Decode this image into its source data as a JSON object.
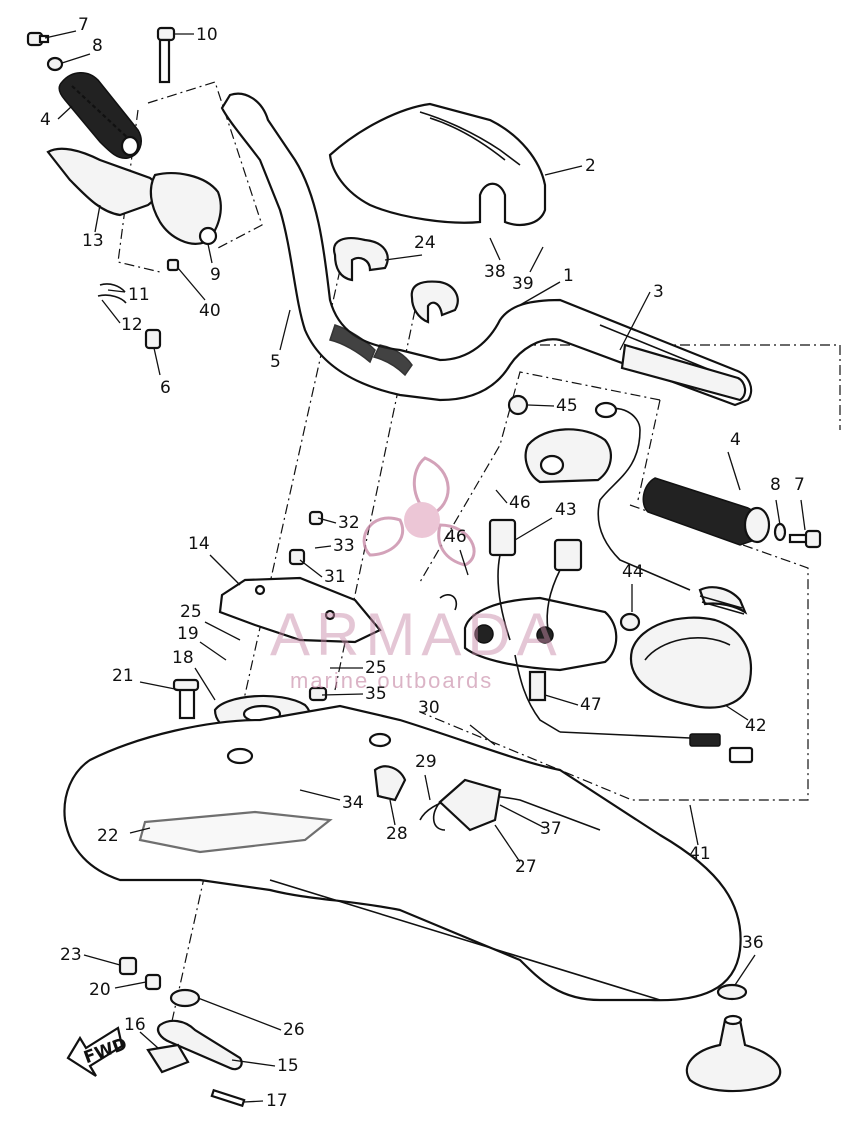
{
  "callouts": [
    {
      "id": "1"
    },
    {
      "id": "2"
    },
    {
      "id": "3"
    },
    {
      "id": "4"
    },
    {
      "id": "4"
    },
    {
      "id": "5"
    },
    {
      "id": "6"
    },
    {
      "id": "7"
    },
    {
      "id": "7"
    },
    {
      "id": "8"
    },
    {
      "id": "8"
    },
    {
      "id": "9"
    },
    {
      "id": "10"
    },
    {
      "id": "11"
    },
    {
      "id": "12"
    },
    {
      "id": "13"
    },
    {
      "id": "14"
    },
    {
      "id": "15"
    },
    {
      "id": "16"
    },
    {
      "id": "17"
    },
    {
      "id": "18"
    },
    {
      "id": "19"
    },
    {
      "id": "20"
    },
    {
      "id": "21"
    },
    {
      "id": "22"
    },
    {
      "id": "23"
    },
    {
      "id": "24"
    },
    {
      "id": "25"
    },
    {
      "id": "25"
    },
    {
      "id": "26"
    },
    {
      "id": "27"
    },
    {
      "id": "28"
    },
    {
      "id": "29"
    },
    {
      "id": "30"
    },
    {
      "id": "31"
    },
    {
      "id": "32"
    },
    {
      "id": "33"
    },
    {
      "id": "34"
    },
    {
      "id": "35"
    },
    {
      "id": "36"
    },
    {
      "id": "37"
    },
    {
      "id": "38"
    },
    {
      "id": "39"
    },
    {
      "id": "40"
    },
    {
      "id": "41"
    },
    {
      "id": "42"
    },
    {
      "id": "43"
    },
    {
      "id": "44"
    },
    {
      "id": "45"
    },
    {
      "id": "46"
    },
    {
      "id": "46"
    },
    {
      "id": "47"
    }
  ],
  "arrow_label": "FWD",
  "watermark": {
    "brand": "ARMADA",
    "tagline": "marine outboards"
  }
}
